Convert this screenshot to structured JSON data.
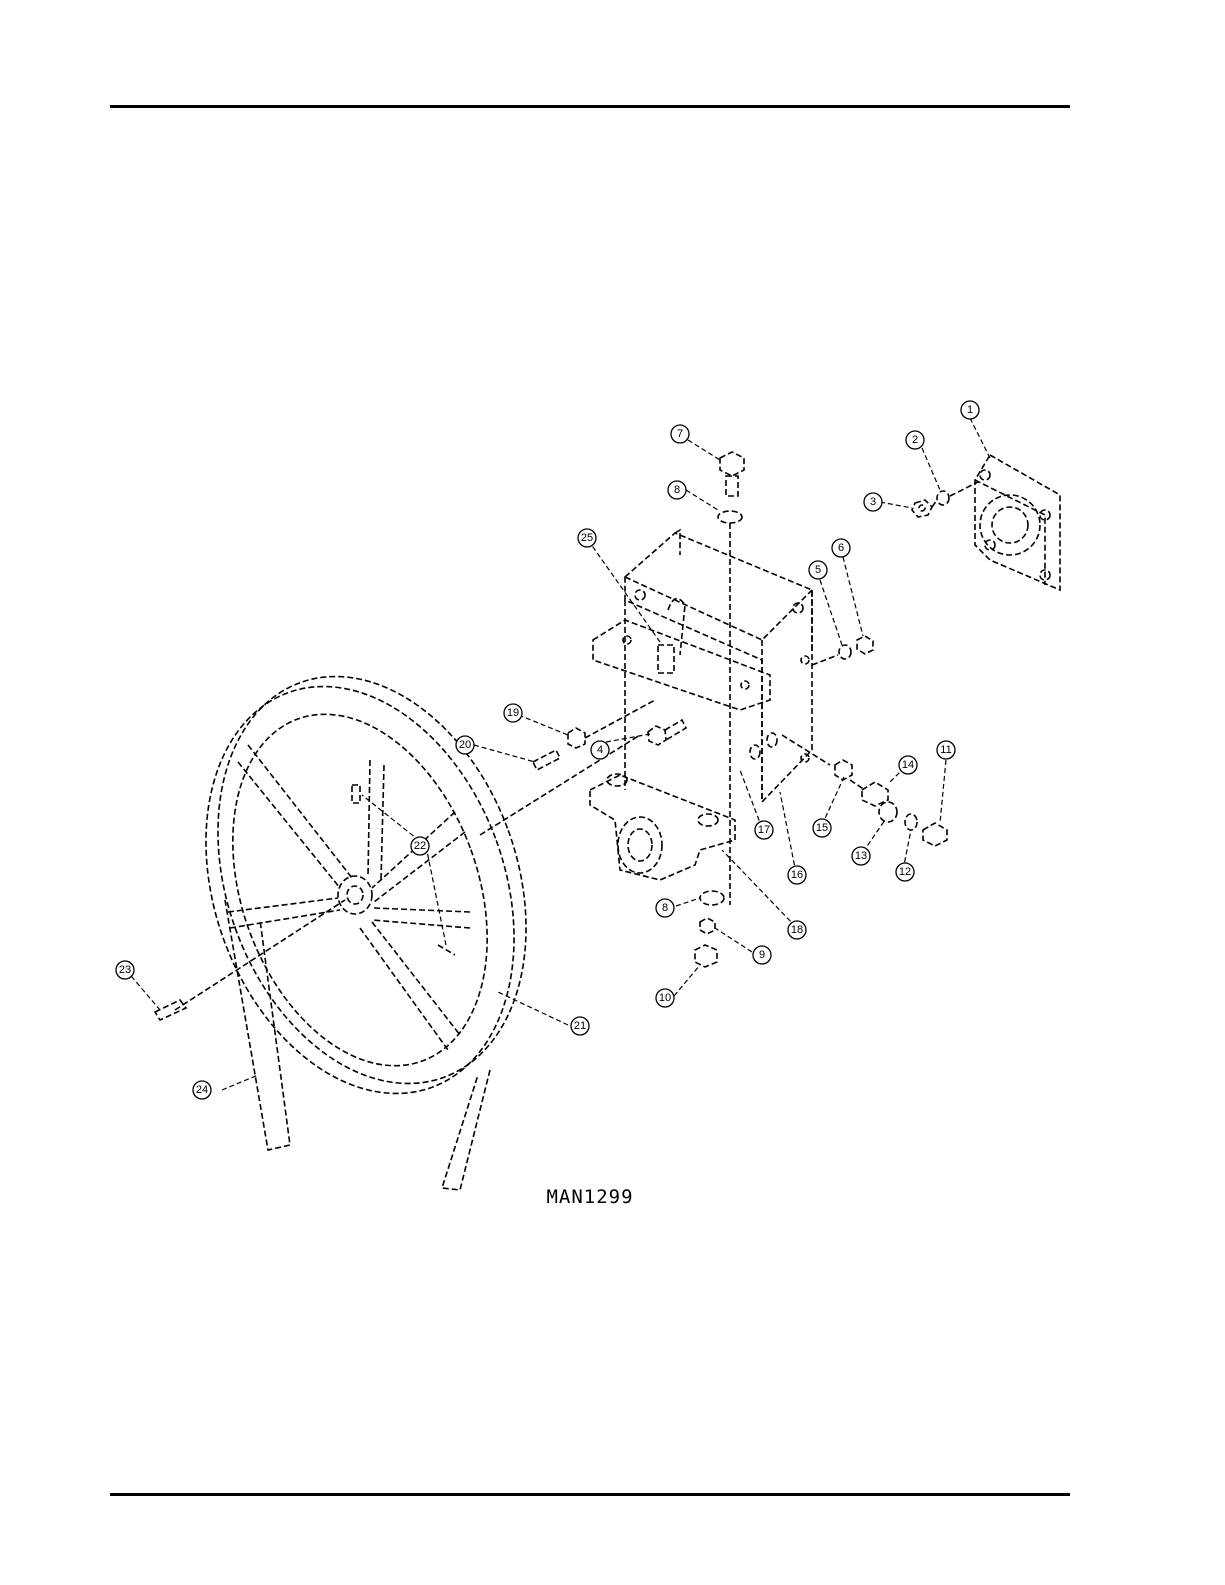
{
  "figure": {
    "label": "MAN1299"
  },
  "callouts": [
    {
      "n": "1"
    },
    {
      "n": "2"
    },
    {
      "n": "3"
    },
    {
      "n": "4"
    },
    {
      "n": "5"
    },
    {
      "n": "6"
    },
    {
      "n": "7"
    },
    {
      "n": "8"
    },
    {
      "n": "8"
    },
    {
      "n": "9"
    },
    {
      "n": "10"
    },
    {
      "n": "11"
    },
    {
      "n": "12"
    },
    {
      "n": "13"
    },
    {
      "n": "14"
    },
    {
      "n": "15"
    },
    {
      "n": "16"
    },
    {
      "n": "17"
    },
    {
      "n": "18"
    },
    {
      "n": "19"
    },
    {
      "n": "20"
    },
    {
      "n": "21"
    },
    {
      "n": "22"
    },
    {
      "n": "23"
    },
    {
      "n": "24"
    },
    {
      "n": "25"
    }
  ]
}
